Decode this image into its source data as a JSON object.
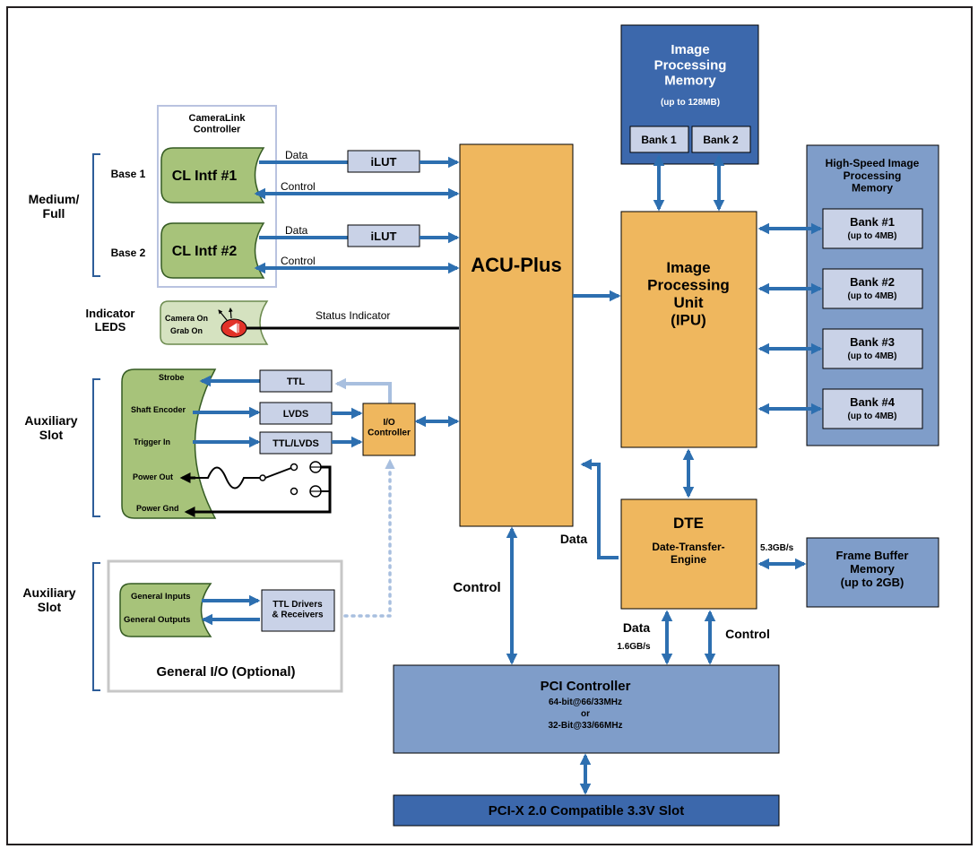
{
  "colors": {
    "orange": "#efb75e",
    "dark_blue": "#3c68ac",
    "mid_blue": "#7f9dc9",
    "light_blue": "#c9d2e7",
    "green": "#a7c37a",
    "arrow": "#2d6fb0",
    "light_arrow": "#a8bfdf"
  },
  "left": {
    "medium_full": "Medium/\nFull",
    "base1": "Base 1",
    "base2": "Base 2",
    "indicator_leds": "Indicator\nLEDS",
    "aux_slot_1": "Auxiliary\nSlot",
    "aux_slot_2": "Auxiliary\nSlot"
  },
  "cameralink": {
    "title": "CameraLink\nController",
    "intf1": "CL Intf #1",
    "intf2": "CL Intf #2",
    "data1": "Data",
    "control1": "Control",
    "data2": "Data",
    "control2": "Control",
    "ilut1": "iLUT",
    "ilut2": "iLUT"
  },
  "indicator": {
    "camera_on": "Camera On",
    "grab_on": "Grab On",
    "status": "Status Indicator"
  },
  "aux": {
    "strobe": "Strobe",
    "shaft": "Shaft Encoder",
    "trigger": "Trigger In",
    "power_out": "Power Out",
    "power_gnd": "Power Gnd",
    "ttl": "TTL",
    "lvds": "LVDS",
    "ttl_lvds": "TTL/LVDS",
    "io_controller": "I/O\nController"
  },
  "general_io": {
    "inputs": "General Inputs",
    "outputs": "General Outputs",
    "drivers": "TTL Drivers\n& Receivers",
    "title": "General I/O (Optional)"
  },
  "acu": {
    "label": "ACU-Plus"
  },
  "ipm": {
    "title": "Image\nProcessing\nMemory",
    "size": "(up to 128MB)",
    "bank1": "Bank 1",
    "bank2": "Bank 2"
  },
  "ipu": {
    "label": "Image\nProcessing\nUnit\n(IPU)"
  },
  "hs_memory": {
    "title": "High-Speed Image\nProcessing\nMemory",
    "banks": [
      {
        "name": "Bank #1",
        "size": "(up to 4MB)"
      },
      {
        "name": "Bank #2",
        "size": "(up to 4MB)"
      },
      {
        "name": "Bank #3",
        "size": "(up to 4MB)"
      },
      {
        "name": "Bank #4",
        "size": "(up to 4MB)"
      }
    ]
  },
  "dte": {
    "title": "DTE",
    "sub": "Date-Transfer-\nEngine",
    "data_label": "Data",
    "speed_out": "5.3GB/s"
  },
  "frame_buffer": {
    "label": "Frame Buffer\nMemory\n(up to 2GB)"
  },
  "pci": {
    "title": "PCI Controller",
    "line1": "64-bit@66/33MHz",
    "line2": "or",
    "line3": "32-Bit@33/66MHz",
    "control_left": "Control",
    "data": "Data",
    "speed": "1.6GB/s",
    "control_right": "Control"
  },
  "slot": {
    "label": "PCI-X 2.0 Compatible 3.3V Slot"
  }
}
